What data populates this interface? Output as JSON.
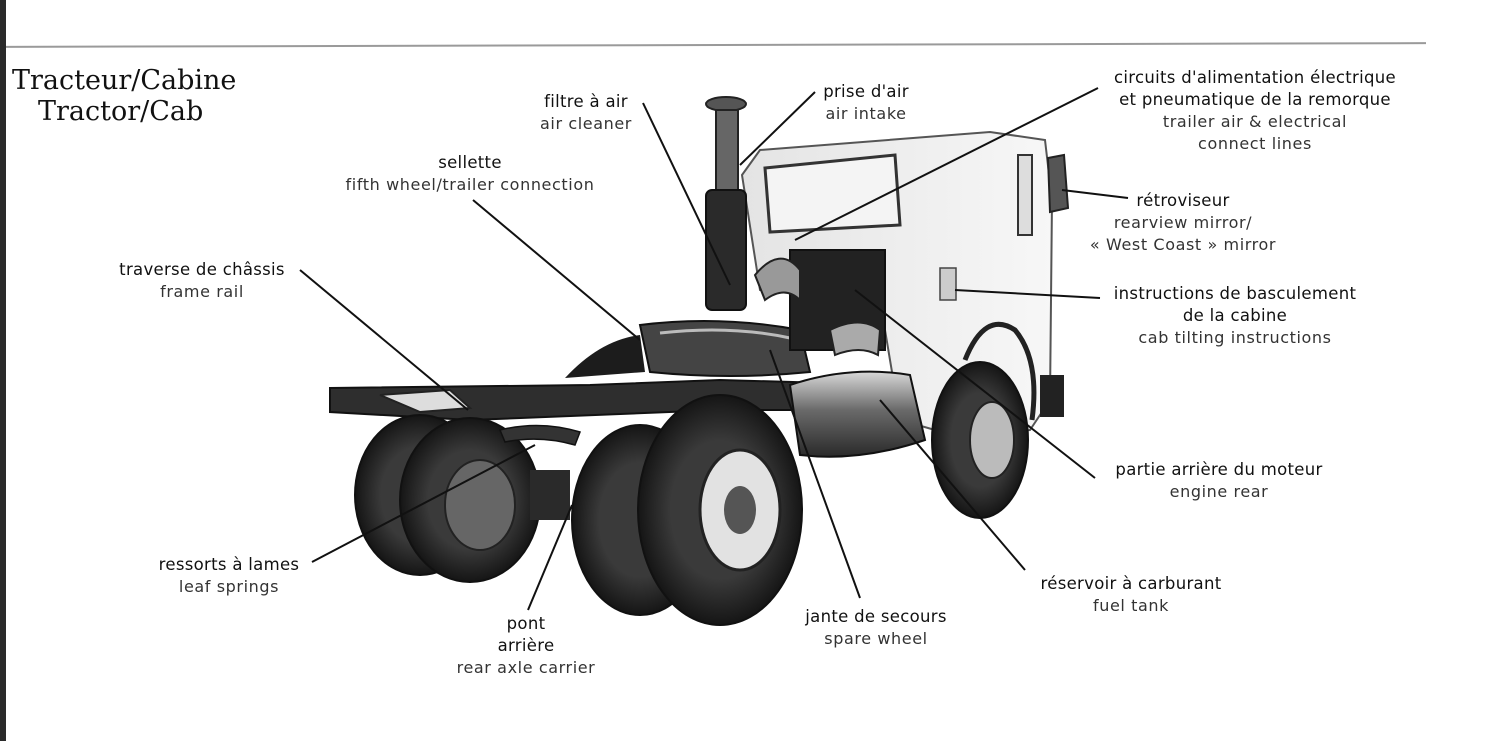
{
  "title": {
    "fr": "Tracteur/Cabine",
    "en": "Tractor/Cab"
  },
  "labels": {
    "filtre": {
      "fr": "filtre à air",
      "en": "air cleaner"
    },
    "prise": {
      "fr": "prise d'air",
      "en": "air intake"
    },
    "circuits": {
      "fr1": "circuits d'alimentation électrique",
      "fr2": "et pneumatique de la remorque",
      "en1": "trailer air & electrical",
      "en2": "connect lines"
    },
    "sellette": {
      "fr": "sellette",
      "en": "fifth wheel/trailer connection"
    },
    "retro": {
      "fr": "rétroviseur",
      "en1": "rearview mirror/",
      "en2": "« West Coast » mirror"
    },
    "traverse": {
      "fr": "traverse de châssis",
      "en": "frame rail"
    },
    "instructions": {
      "fr1": "instructions de basculement",
      "fr2": "de la cabine",
      "en": "cab tilting instructions"
    },
    "moteur": {
      "fr": "partie arrière du moteur",
      "en": "engine rear"
    },
    "ressorts": {
      "fr": "ressorts à lames",
      "en": "leaf springs"
    },
    "reservoir": {
      "fr": "réservoir à carburant",
      "en": "fuel tank"
    },
    "jante": {
      "fr": "jante de secours",
      "en": "spare wheel"
    },
    "pont": {
      "fr1": "pont",
      "fr2": "arrière",
      "en": "rear axle carrier"
    }
  }
}
